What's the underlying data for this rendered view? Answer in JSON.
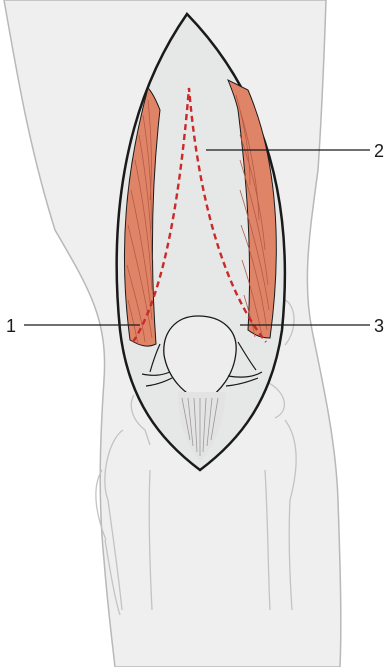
{
  "labels": {
    "l1": "1",
    "l2": "2",
    "l3": "3"
  },
  "colors": {
    "background": "#ffffff",
    "leg_fill": "#efefef",
    "leg_outline": "#b8b8b8",
    "incision_fill": "#e6e7e7",
    "incision_outline": "#1a1a1a",
    "muscle_fill": "#e08468",
    "muscle_fiber": "#b65a45",
    "dashed_line": "#c92a2a",
    "bone_outline": "#bdbdbd",
    "patella_fill": "#ededed"
  }
}
